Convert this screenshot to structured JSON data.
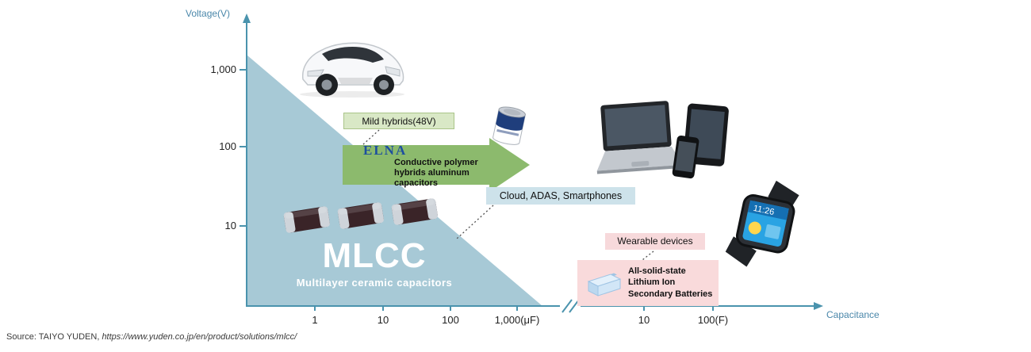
{
  "axes": {
    "y_label": "Voltage(V)",
    "x_label": "Capacitance",
    "y_ticks": [
      "1,000",
      "100",
      "10"
    ],
    "x_ticks": [
      "1",
      "10",
      "100",
      "1,000(μF)",
      "10",
      "100(F)"
    ],
    "axis_color": "#4a93ad"
  },
  "regions": {
    "mlcc": {
      "title": "MLCC",
      "subtitle": "Multilayer ceramic capacitors",
      "fill": "#a7c9d6"
    },
    "elna": {
      "brand": "ELNA",
      "desc_lines": [
        "Conductive polymer",
        "hybrids aluminum",
        "capacitors"
      ],
      "fill": "#8cba6d"
    },
    "battery": {
      "lines": [
        "All-solid-state",
        "Lithium Ion",
        "Secondary Batteries"
      ],
      "fill": "#f9dadb"
    }
  },
  "callouts": {
    "mild_hybrids": {
      "label": "Mild hybrids(48V)",
      "bg": "#d9e8c6"
    },
    "cloud_adas": {
      "label": "Cloud, ADAS, Smartphones",
      "bg": "#cde2ea"
    },
    "wearable": {
      "label": "Wearable devices",
      "bg": "#f7d9db"
    }
  },
  "watch": {
    "time": "11:26"
  },
  "illustrations": [
    "car",
    "mlcc-chips",
    "aluminum-capacitor",
    "laptop",
    "tablet",
    "smartphone",
    "smartwatch",
    "battery"
  ],
  "footer": {
    "source_prefix": "Source: TAIYO YUDEN, ",
    "source_url": "https://www.yuden.co.jp/en/product/solutions/mlcc/"
  }
}
